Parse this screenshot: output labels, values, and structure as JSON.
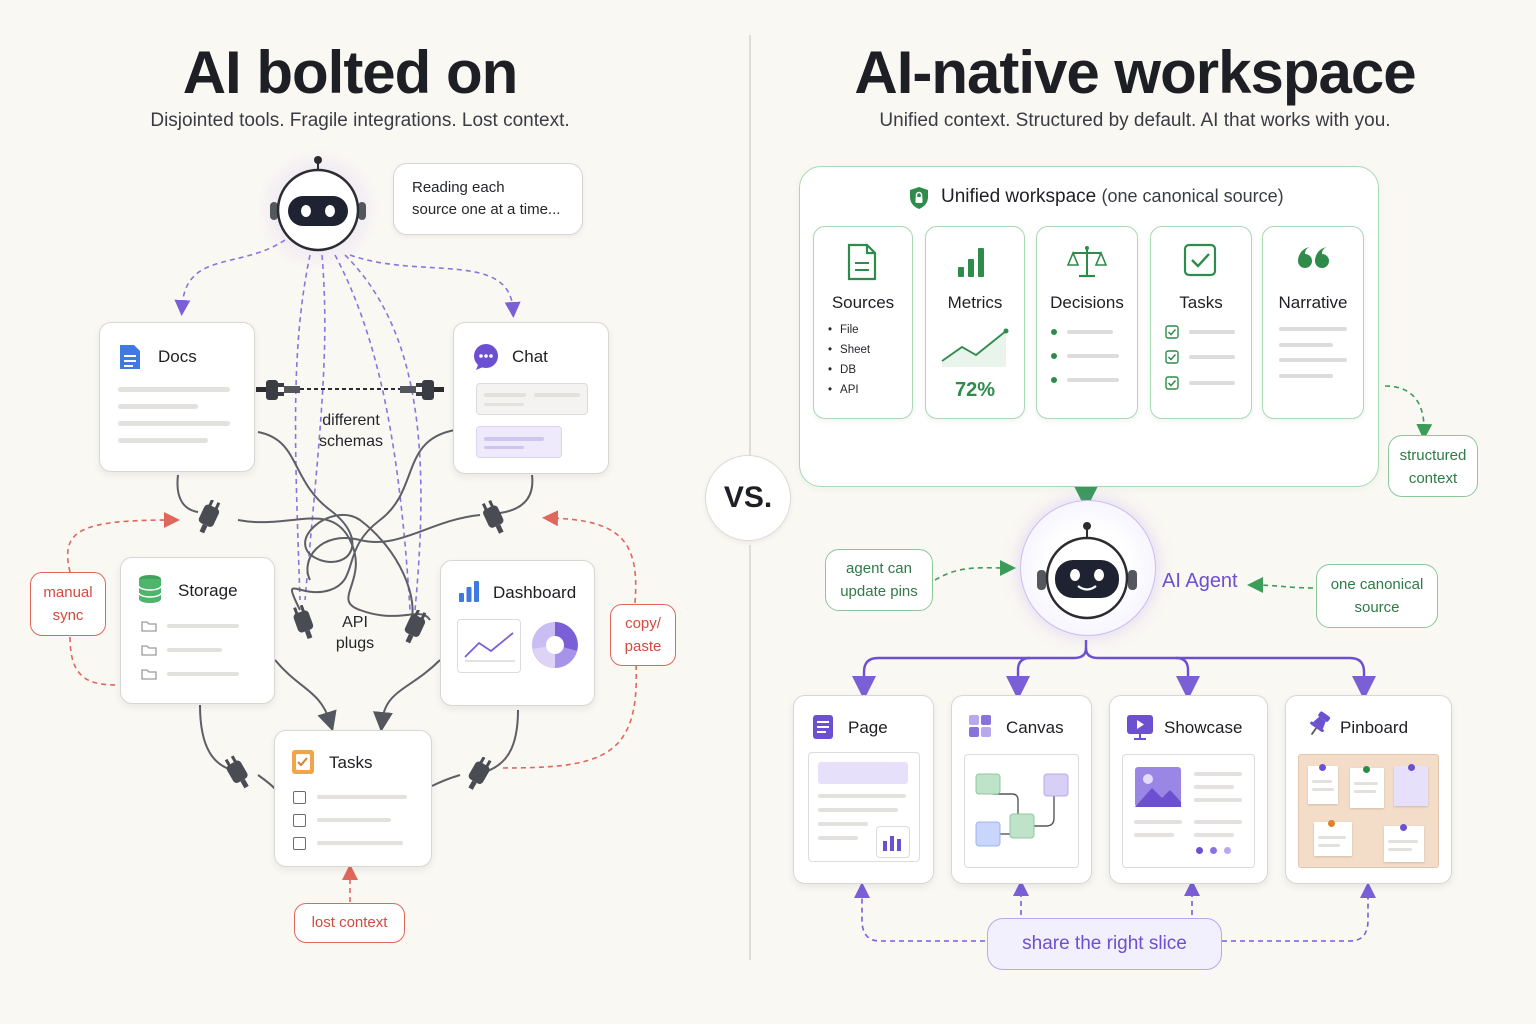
{
  "left": {
    "title": "AI bolted on",
    "subtitle": "Disjointed tools. Fragile integrations. Lost context.",
    "bot_bubble_line1": "Reading each",
    "bot_bubble_line2": "source one at a time...",
    "cards": {
      "docs": "Docs",
      "chat": "Chat",
      "storage": "Storage",
      "dashboard": "Dashboard",
      "tasks": "Tasks"
    },
    "different_schemas_1": "different",
    "different_schemas_2": "schemas",
    "api_plugs_1": "API",
    "api_plugs_2": "plugs",
    "manual_sync_1": "manual",
    "manual_sync_2": "sync",
    "copy_paste_1": "copy/",
    "copy_paste_2": "paste",
    "lost_context": "lost context"
  },
  "vs": "VS.",
  "right": {
    "title": "AI-native workspace",
    "subtitle": "Unified context. Structured by default. AI that works with you.",
    "workspace_title": "Unified workspace",
    "workspace_suffix": "(one canonical source)",
    "modules": {
      "sources": "Sources",
      "metrics": "Metrics",
      "decisions": "Decisions",
      "tasks": "Tasks",
      "narrative": "Narrative"
    },
    "source_items": [
      "File",
      "Sheet",
      "DB",
      "API"
    ],
    "metric_value": "72%",
    "structured_context_1": "structured",
    "structured_context_2": "context",
    "agent_label": "AI Agent",
    "agent_update_1": "agent can",
    "agent_update_2": "update pins",
    "canonical_1": "one canonical",
    "canonical_2": "source",
    "outputs": {
      "page": "Page",
      "canvas": "Canvas",
      "showcase": "Showcase",
      "pinboard": "Pinboard"
    },
    "share_slice": "share the right slice"
  },
  "colors": {
    "green": "#2e8b4a",
    "purple": "#6d4fd1",
    "red": "#e0675b"
  }
}
